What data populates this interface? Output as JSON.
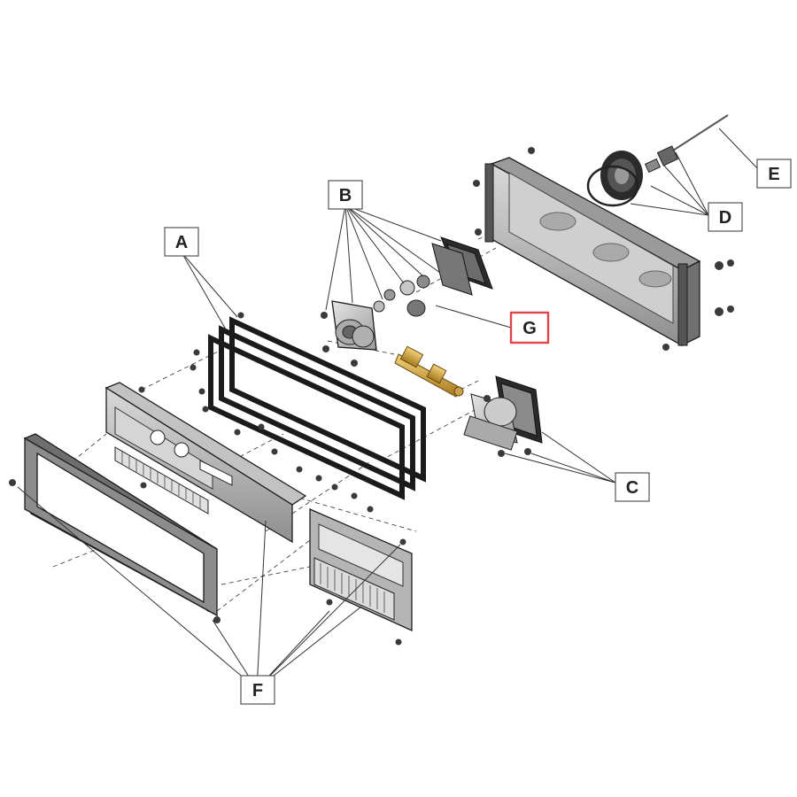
{
  "callouts": [
    {
      "id": "A",
      "label": "A"
    },
    {
      "id": "B",
      "label": "B"
    },
    {
      "id": "C",
      "label": "C"
    },
    {
      "id": "D",
      "label": "D"
    },
    {
      "id": "E",
      "label": "E"
    },
    {
      "id": "F",
      "label": "F"
    },
    {
      "id": "G",
      "label": "G",
      "highlighted": true
    }
  ],
  "colors": {
    "highlight": "#e0444c",
    "brass": "#c9a24a",
    "metal": "#bdbdbd",
    "gasket": "#2a2a2a",
    "body_gray": "#b8b8b8"
  }
}
